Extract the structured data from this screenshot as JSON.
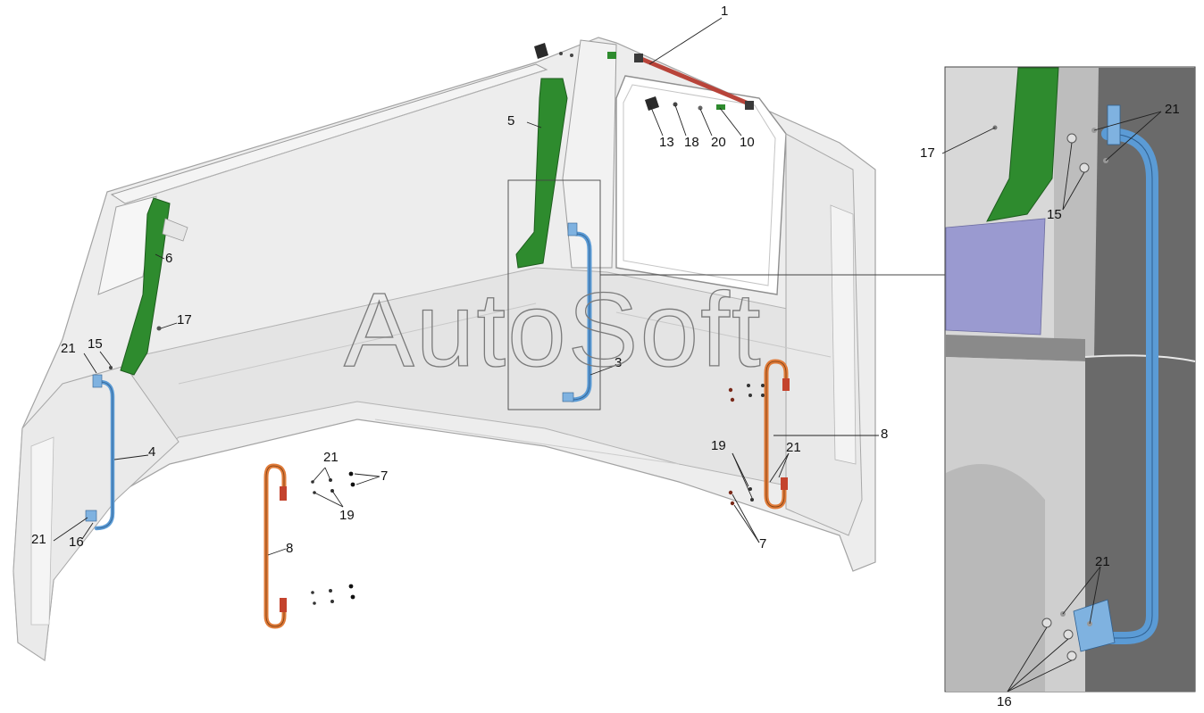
{
  "watermark": "AutoSoft",
  "callouts": {
    "c1": "1",
    "c5": "5",
    "c13": "13",
    "c18": "18",
    "c20": "20",
    "c10": "10",
    "c6": "6",
    "c17a": "17",
    "c21a": "21",
    "c15a": "15",
    "c3": "3",
    "c4": "4",
    "c21b": "21",
    "c16a": "16",
    "c21c": "21",
    "c7a": "7",
    "c19a": "19",
    "c8a": "8",
    "c8b": "8",
    "c19b": "19",
    "c21d": "21",
    "c7b": "7",
    "c17b": "17",
    "c21e": "21",
    "c15b": "15",
    "c21f": "21",
    "c16b": "16"
  },
  "colors": {
    "panel_green": "#2e8b2e",
    "handle_blue": "#5b9bd5",
    "step_orange": "#e07b39",
    "cab_fill": "#ececec",
    "cab_stroke": "#9a9a9a"
  }
}
